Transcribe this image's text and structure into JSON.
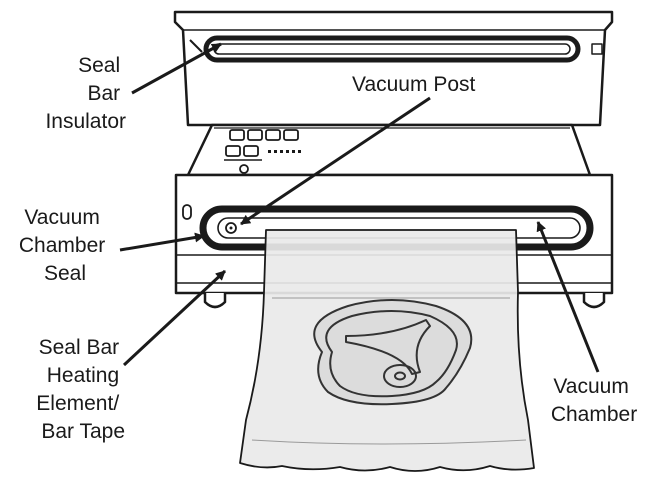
{
  "labels": {
    "seal_bar_insulator": [
      "Seal",
      "Bar",
      "Insulator"
    ],
    "vacuum_post": [
      "Vacuum Post"
    ],
    "vacuum_chamber_seal": [
      "Vacuum",
      "Chamber",
      "Seal"
    ],
    "seal_bar_heating_element": [
      "Seal Bar",
      "Heating",
      "Element/",
      "Bar  Tape"
    ],
    "vacuum_chamber": [
      "Vacuum",
      "Chamber"
    ]
  },
  "icons": {
    "device": "vacuum-sealer-illustration",
    "bag": "vacuum-bag-icon",
    "food": "steak-icon"
  },
  "colors": {
    "line": "#1a1a1a",
    "bag_fill": "#e9e9e9",
    "device_fill": "#ffffff"
  }
}
